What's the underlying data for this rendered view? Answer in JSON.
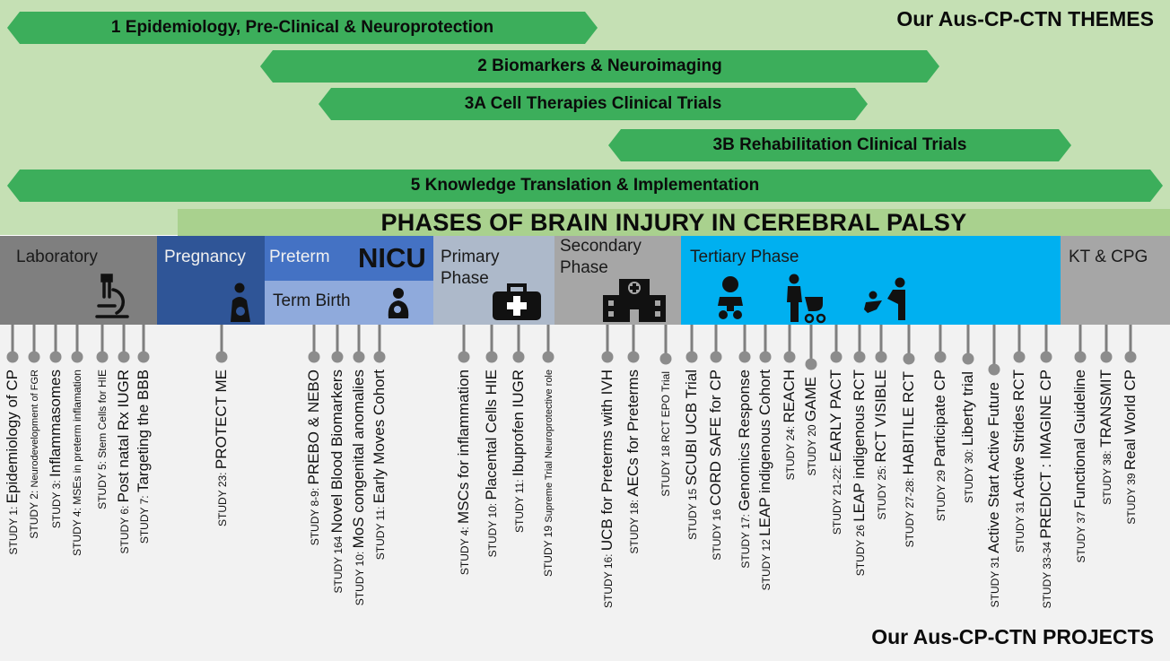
{
  "themes": {
    "title": "Our Aus-CP-CTN THEMES",
    "items": [
      {
        "label": "1 Epidemiology, Pre-Clinical & Neuroprotection"
      },
      {
        "label": "2 Biomarkers & Neuroimaging"
      },
      {
        "label": "3A Cell Therapies Clinical Trials"
      },
      {
        "label": "3B Rehabilitation Clinical Trials"
      },
      {
        "label": "5 Knowledge Translation & Implementation"
      }
    ]
  },
  "phases_title": "PHASES OF BRAIN INJURY IN CEREBRAL PALSY",
  "phases": {
    "laboratory": "Laboratory",
    "pregnancy": "Pregnancy",
    "preterm": "Preterm",
    "nicu": "NICU",
    "term_birth": "Term Birth",
    "primary": "Primary Phase",
    "secondary": "Secondary Phase",
    "tertiary": "Tertiary Phase",
    "kt_cpg": "KT & CPG"
  },
  "colors": {
    "theme_panel": "#c5e0b4",
    "arrow": "#3cae5b",
    "banner": "#a9d18e",
    "laboratory": "#7f7f7f",
    "pregnancy": "#2f5597",
    "preterm": "#4472c4",
    "term_birth": "#8faadc",
    "primary": "#adb9ca",
    "secondary": "#a6a6a6",
    "tertiary": "#00b0f0",
    "kt_cpg": "#a6a6a6"
  },
  "projects_title": "Our Aus-CP-CTN PROJECTS",
  "studies": [
    {
      "prefix": "STUDY 1:",
      "name": "Epidemiology of CP"
    },
    {
      "prefix": "STUDY 2:",
      "name": "Neurodevelopment of FGR"
    },
    {
      "prefix": "STUDY 3:",
      "name": "Inflammasomes"
    },
    {
      "prefix": "STUDY 4:",
      "name": "MSEs in preterm inflamation"
    },
    {
      "prefix": "STUDY 5:",
      "name": "Stem Cells for HIE"
    },
    {
      "prefix": "STUDY 6:",
      "name": "Post natal Rx IUGR"
    },
    {
      "prefix": "STUDY 7:",
      "name": "Targeting the BBB"
    },
    {
      "prefix": "STUDY 23:",
      "name": "PROTECT ME"
    },
    {
      "prefix": "STUDY 8-9:",
      "name": "PREBO & NEBO"
    },
    {
      "prefix": "STUDY 164",
      "name": "Novel Blood Biomarkers"
    },
    {
      "prefix": "STUDY 10:",
      "name": "MoS congenital anomalies"
    },
    {
      "prefix": "STUDY 11:",
      "name": "Early Moves Cohort"
    },
    {
      "prefix": "STUDY 4:",
      "name": "MSCs for inflammation"
    },
    {
      "prefix": "STUDY 10:",
      "name": "Placental Cells HIE"
    },
    {
      "prefix": "STUDY 11:",
      "name": "Ibuprofen IUGR"
    },
    {
      "prefix": "STUDY 19",
      "name": "Supreme Trial Neuroprotective role"
    },
    {
      "prefix": "STUDY 16:",
      "name": "UCB for Preterms with IVH"
    },
    {
      "prefix": "STUDY 18:",
      "name": "AECs for Preterms"
    },
    {
      "prefix": "STUDY 18",
      "name": "RCT EPO Trial"
    },
    {
      "prefix": "STUDY 15",
      "name": "SCUBI UCB Trial"
    },
    {
      "prefix": "STUDY 16",
      "name": "CORD SAFE for CP"
    },
    {
      "prefix": "STUDY 17:",
      "name": "Genomics Response"
    },
    {
      "prefix": "STUDY 12",
      "name": "LEAP indigenous Cohort"
    },
    {
      "prefix": "STUDY 24:",
      "name": "REACH"
    },
    {
      "prefix": "STUDY 20",
      "name": "GAME"
    },
    {
      "prefix": "STUDY 21-22:",
      "name": "EARLY PACT"
    },
    {
      "prefix": "STUDY 26",
      "name": "LEAP indigenous RCT"
    },
    {
      "prefix": "STUDY 25:",
      "name": "RCT VISIBLE"
    },
    {
      "prefix": "STUDY 27-28:",
      "name": "HABITILE RCT"
    },
    {
      "prefix": "STUDY 29",
      "name": "Participate CP"
    },
    {
      "prefix": "STUDY 30:",
      "name": "Liberty trial"
    },
    {
      "prefix": "STUDY 31",
      "name": "Active Start Active Future"
    },
    {
      "prefix": "STUDY 31",
      "name": "Active Strides RCT"
    },
    {
      "prefix": "STUDY 33-34",
      "name": "PREDICT : IMAGINE CP"
    },
    {
      "prefix": "STUDY 37",
      "name": "Functional Guideline"
    },
    {
      "prefix": "STUDY 38:",
      "name": "TRANSMIT"
    },
    {
      "prefix": "STUDY 39",
      "name": "Real World CP"
    }
  ]
}
